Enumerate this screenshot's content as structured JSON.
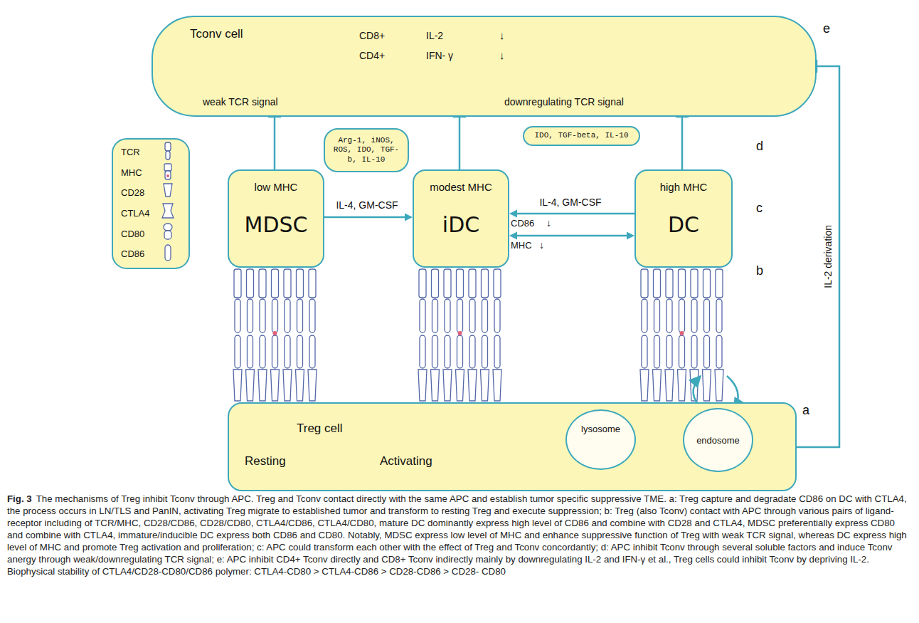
{
  "diagram": {
    "caption": "The mechanisms of Treg inhibit Tconv through APC. Treg and Tconv contact directly with the same APC and establish tumor specific suppressive TME. a: Treg capture and degradate CD86 on DC with CTLA4, the process occurs in LN/TLS and PanIN, activating Treg migrate to established tumor and transform to resting Treg and execute suppression; b: Treg (also Tconv) contact with APC through various pairs of ligand-receptor including of TCR/MHC, CD28/CD86, CD28/CD80, CTLA4/CD86, CTLA4/CD80, mature DC dominantly express high level of CD86 and combine with CD28 and CTLA4, MDSC preferentially express CD80 and combine with CTLA4, immature/inducible DC express both CD86 and CD80. Notably, MDSC express low level of MHC and enhance suppressive function of Treg with weak TCR signal, whereas DC express high level of MHC and promote Treg activation and proliferation; c: APC could transform each other with the effect of Treg and Tconv concordantly; d: APC inhibit Tconv through several soluble factors and induce Tconv anergy through weak/downregulating TCR signal; e: APC inhibit CD4+ Tconv directly and CD8+ Tconv indirectly mainly by downregulating IL-2 and IFN-γ et al., Treg cells could inhibit Tconv by depriving IL-2. Biophysical stability of CTLA4/CD28-CD80/CD86 polymer: CTLA4-CD80 > CTLA4-CD86 > CD28-CD86 > CD28- CD80",
    "nodes": [
      {
        "text": [
          "Tconv cell",
          "CD8+",
          "CD4+",
          "IL-2",
          "↓",
          "IFN- γ",
          "↓",
          "weak TCR signal",
          "downregulating TCR signal"
        ]
      },
      {
        "text": [
          "low MHC",
          "MDSC"
        ]
      },
      {
        "text": [
          "Arg-1, iNOS, ROS, IDO, TGF-b, IL-10"
        ]
      },
      {
        "text": [
          "modest MHC",
          "iDC"
        ]
      },
      {
        "text": [
          "IDO, TGF-beta, IL-10"
        ]
      },
      {
        "text": [
          "high MHC",
          "DC"
        ]
      },
      {
        "text": [
          "Treg cell",
          "Resting",
          "Activating"
        ]
      },
      {
        "text": [
          "lysosome"
        ],
        "in": 6
      },
      {
        "text": [
          "endosome"
        ],
        "in": 6
      }
    ],
    "edges": [
      {
        "from": 1,
        "to": 3,
        "label": "IL-4, GM-CSF",
        "arrow": "to"
      },
      {
        "from": 5,
        "to": 3,
        "label": "IL-4, GM-CSF",
        "arrow": "to"
      },
      {
        "from": 3,
        "to": 5,
        "arrow": "both"
      },
      {
        "from": 1,
        "to": 0,
        "arrow": "to"
      },
      {
        "from": 3,
        "to": 0,
        "arrow": "to"
      },
      {
        "from": 5,
        "to": 0,
        "arrow": "to"
      },
      {
        "from": 6,
        "to": 0,
        "label": "IL-2 derivation",
        "arrow": "to"
      },
      {
        "from": 8,
        "to": 7,
        "arrow": "to"
      }
    ],
    "labels": [
      "e",
      "d",
      "c",
      "b",
      "a",
      "CD86",
      "↓",
      "MHC",
      "↓",
      "Fig. 3"
    ],
    "legend": [
      {
        "text": "TCR"
      },
      {
        "text": "MHC"
      },
      {
        "text": "CD28"
      },
      {
        "text": "CTLA4"
      },
      {
        "text": "CD80"
      },
      {
        "text": "CD86"
      }
    ]
  }
}
